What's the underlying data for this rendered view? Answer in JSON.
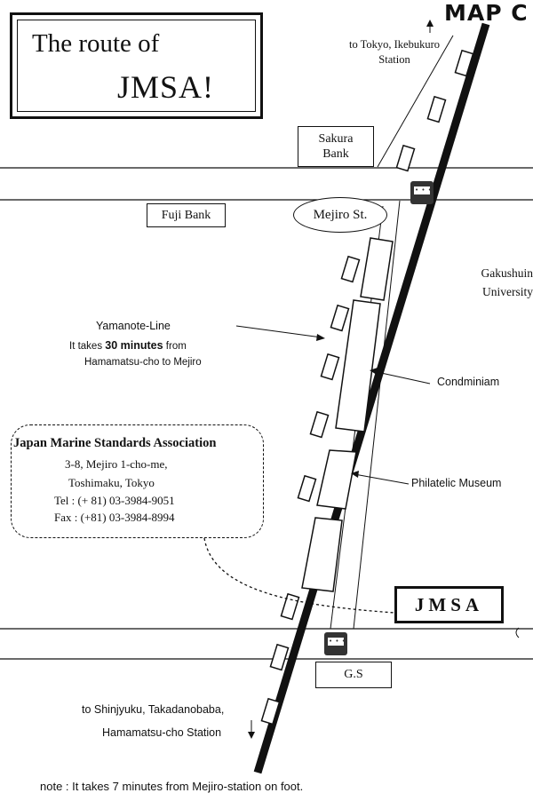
{
  "map": {
    "map_label": "MAP C",
    "title": {
      "line1": "The route of",
      "line2": "JMSA!"
    },
    "places": {
      "sakura_bank": "Sakura Bank",
      "fuji_bank": "Fuji Bank",
      "mejiro_station": "Mejiro St.",
      "gakushuin": "Gakushuin University",
      "condominium": "Condminiam",
      "philatelic_museum": "Philatelic Museum",
      "jmsa": "JMSA",
      "gas_station": "G.S"
    },
    "directions": {
      "north": "to Tokyo, Ikebukuro Station",
      "south_line1": "to Shinjyuku, Takadanobaba,",
      "south_line2": "Hamamatsu-cho Station"
    },
    "railway": {
      "name": "Yamanote-Line",
      "time_prefix": "It takes",
      "time_bold": "30 minutes",
      "time_suffix": "from",
      "route": "Hamamatsu-cho to Mejiro"
    },
    "address": {
      "org": "Japan Marine Standards Association",
      "line1": "3-8, Mejiro 1-cho-me,",
      "line2": "Toshimaku, Tokyo",
      "tel_label": "Tel :",
      "tel": "(+ 81)  03-3984-9051",
      "fax_label": "Fax :",
      "fax": "(+81)  03-3984-8994"
    },
    "note": "note : It takes 7 minutes from Mejiro-station on foot."
  }
}
